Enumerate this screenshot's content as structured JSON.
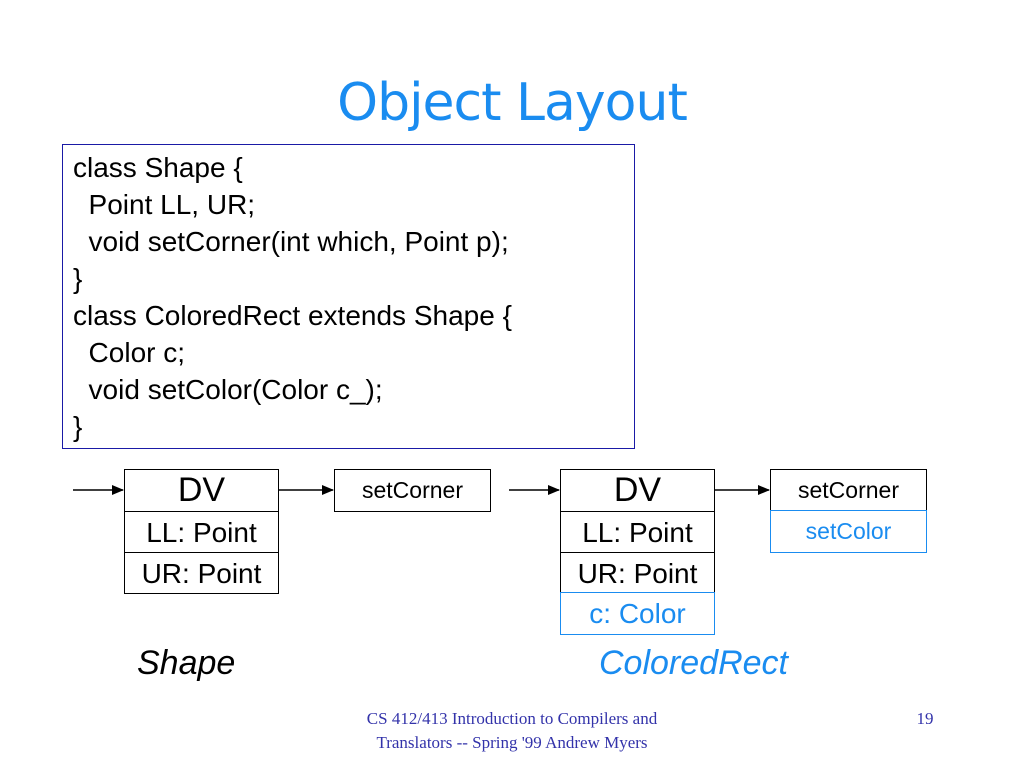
{
  "title": "Object Layout",
  "code": {
    "lines": [
      "class Shape {",
      "  Point LL, UR;",
      "  void setCorner(int which, Point p);",
      "}",
      "class ColoredRect extends Shape {",
      "  Color c;",
      "  void setColor(Color c_);",
      "}"
    ]
  },
  "shape_layout": {
    "fields": [
      "DV",
      "LL: Point",
      "UR: Point"
    ],
    "vtable": [
      "setCorner"
    ],
    "caption": "Shape"
  },
  "coloredrect_layout": {
    "fields": [
      "DV",
      "LL: Point",
      "UR: Point"
    ],
    "added_fields": [
      "c: Color"
    ],
    "vtable": [
      "setCorner"
    ],
    "added_vtable": [
      "setColor"
    ],
    "caption": "ColoredRect"
  },
  "footer": {
    "text": "CS 412/413 Introduction to Compilers and Translators -- Spring '99 Andrew Myers",
    "page": "19"
  },
  "colors": {
    "title": "#1a8cf0",
    "accent": "#1a8cf0",
    "code_border": "#1a1aa6",
    "footer": "#3333aa"
  }
}
